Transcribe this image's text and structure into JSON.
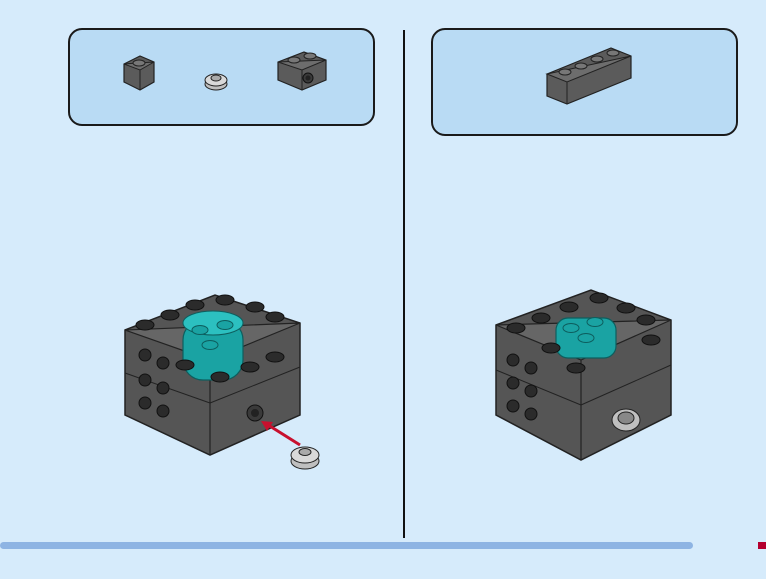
{
  "steps": [
    {
      "parts": [
        {
          "name": "dark-gray-brick-1x1",
          "color": "#5b5b5b"
        },
        {
          "name": "light-gray-round-plate",
          "color": "#bfbfbf"
        },
        {
          "name": "dark-gray-technic-brick-1x2",
          "color": "#5b5b5b"
        }
      ],
      "assembly": {
        "arrow_color": "#c8102e",
        "accent_color": "#1aa3a3"
      }
    },
    {
      "parts": [
        {
          "name": "dark-gray-brick-1x4",
          "color": "#5b5b5b"
        }
      ],
      "assembly": {
        "accent_color": "#1aa3a3"
      }
    }
  ],
  "colors": {
    "background": "#d6ebfb",
    "parts_box": "#b9dbf4",
    "progress": "#8eb4e3",
    "brick": "#5b5b5b",
    "teal": "#1aa3a3"
  }
}
